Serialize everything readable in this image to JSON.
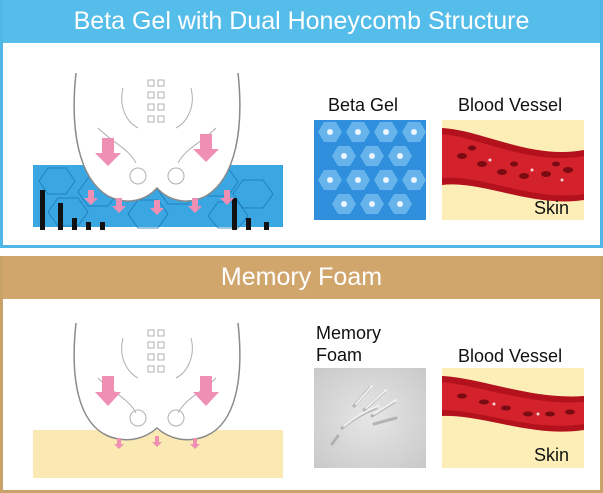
{
  "beta_panel": {
    "title": "Beta Gel with Dual Honeycomb Structure",
    "material_label": "Beta Gel",
    "vessel_label": "Blood Vessel",
    "skin_label": "Skin"
  },
  "foam_panel": {
    "title": "Memory Foam",
    "material_label": "Memory\nFoam",
    "vessel_label": "Blood Vessel",
    "skin_label": "Skin"
  },
  "colors": {
    "beta_accent": "#55bde9",
    "foam_accent": "#d1a66d",
    "pressure_arrow": "#ef8fb4",
    "vessel_red": "#b3121d",
    "skin_tone": "#fdeeb8",
    "gel_blue": "#3aa6e2",
    "foam_beige": "#fbe9b4"
  }
}
